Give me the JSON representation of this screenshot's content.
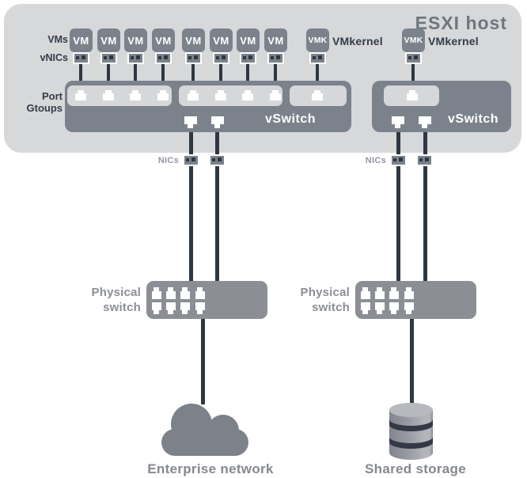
{
  "esxi": {
    "title": "ESXI host",
    "vms_label": "VMs",
    "vnics_label": "vNICs",
    "port_groups_label": "Port Gtoups",
    "vm_boxes": [
      "VM",
      "VM",
      "VM",
      "VM",
      "VM",
      "VM",
      "VM",
      "VM"
    ],
    "vmkernels": [
      {
        "box_label": "VMK",
        "caption": "VMkernel"
      },
      {
        "box_label": "VMK",
        "caption": "VMkernel"
      }
    ],
    "vswitches": [
      {
        "label": "vSwitch"
      },
      {
        "label": "vSwitch"
      }
    ]
  },
  "nics": {
    "left_label": "NICs",
    "right_label": "NICs"
  },
  "physical_switches": [
    {
      "label": "Physical switch"
    },
    {
      "label": "Physical switch"
    }
  ],
  "endpoints": {
    "enterprise_network": "Enterprise network",
    "shared_storage": "Shared storage"
  },
  "colors": {
    "background": "#ffffff",
    "esxi_panel": "#d6d8da",
    "node_gray": "#7b828c",
    "vswitch_gray": "#7c828c",
    "physical_switch_gray": "#8b8e95",
    "cloud_gray": "#7c818a",
    "line_dark": "#2e3742",
    "label_dark": "#333c49",
    "label_gray": "#85888f",
    "nics_label_gray": "#9298a0",
    "title_gray": "#6e767f"
  }
}
